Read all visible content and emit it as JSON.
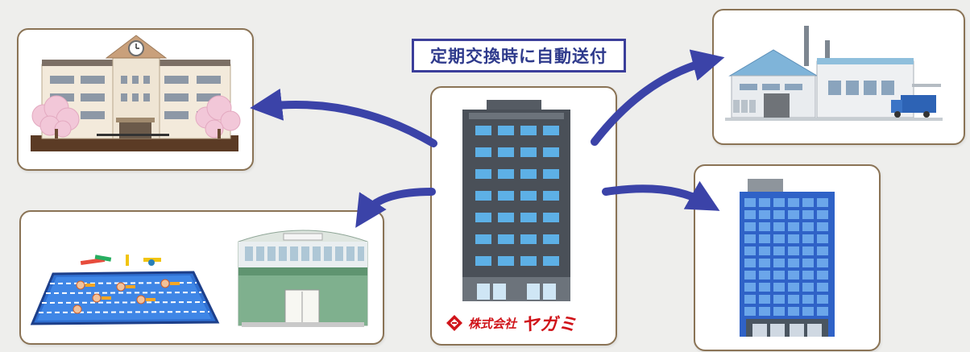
{
  "caption": "定期交換時に自動送付",
  "company": {
    "corporate_prefix": "株式会社",
    "name": "ヤガミ"
  },
  "colors": {
    "arrow": "#3b43a8",
    "card_border": "#8a7355",
    "badge_border": "#3b3e9a",
    "company_red": "#d0141a"
  }
}
